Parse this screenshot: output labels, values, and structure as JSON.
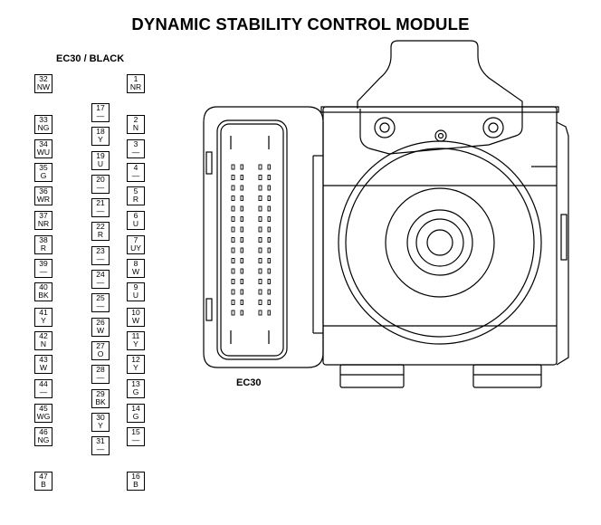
{
  "title": "DYNAMIC STABILITY CONTROL MODULE",
  "connector_title": "EC30 / BLACK",
  "connector_label": "EC30",
  "pins_col1": [
    {
      "num": "32",
      "code": "NW"
    },
    {
      "num": "33",
      "code": "NG"
    },
    {
      "num": "34",
      "code": "WU"
    },
    {
      "num": "35",
      "code": "G"
    },
    {
      "num": "36",
      "code": "WR"
    },
    {
      "num": "37",
      "code": "NR"
    },
    {
      "num": "38",
      "code": "R"
    },
    {
      "num": "39",
      "code": "—"
    },
    {
      "num": "40",
      "code": "BK"
    },
    {
      "num": "41",
      "code": "Y"
    },
    {
      "num": "42",
      "code": "N"
    },
    {
      "num": "43",
      "code": "W"
    },
    {
      "num": "44",
      "code": "—"
    },
    {
      "num": "45",
      "code": "WG"
    },
    {
      "num": "46",
      "code": "NG"
    },
    {
      "num": "47",
      "code": "B"
    }
  ],
  "pins_col2": [
    {
      "num": "17",
      "code": "—"
    },
    {
      "num": "18",
      "code": "Y"
    },
    {
      "num": "19",
      "code": "U"
    },
    {
      "num": "20",
      "code": "—"
    },
    {
      "num": "21",
      "code": "—"
    },
    {
      "num": "22",
      "code": "R"
    },
    {
      "num": "23",
      "code": "—"
    },
    {
      "num": "24",
      "code": "—"
    },
    {
      "num": "25",
      "code": "—"
    },
    {
      "num": "26",
      "code": "W"
    },
    {
      "num": "27",
      "code": "O"
    },
    {
      "num": "28",
      "code": "—"
    },
    {
      "num": "29",
      "code": "BK"
    },
    {
      "num": "30",
      "code": "Y"
    },
    {
      "num": "31",
      "code": "—"
    }
  ],
  "pins_col3": [
    {
      "num": "1",
      "code": "NR"
    },
    {
      "num": "2",
      "code": "N"
    },
    {
      "num": "3",
      "code": "—"
    },
    {
      "num": "4",
      "code": "—"
    },
    {
      "num": "5",
      "code": "R"
    },
    {
      "num": "6",
      "code": "U"
    },
    {
      "num": "7",
      "code": "UY"
    },
    {
      "num": "8",
      "code": "W"
    },
    {
      "num": "9",
      "code": "U"
    },
    {
      "num": "10",
      "code": "W"
    },
    {
      "num": "11",
      "code": "Y"
    },
    {
      "num": "12",
      "code": "Y"
    },
    {
      "num": "13",
      "code": "G"
    },
    {
      "num": "14",
      "code": "G"
    },
    {
      "num": "15",
      "code": "—"
    },
    {
      "num": "16",
      "code": "B"
    }
  ]
}
